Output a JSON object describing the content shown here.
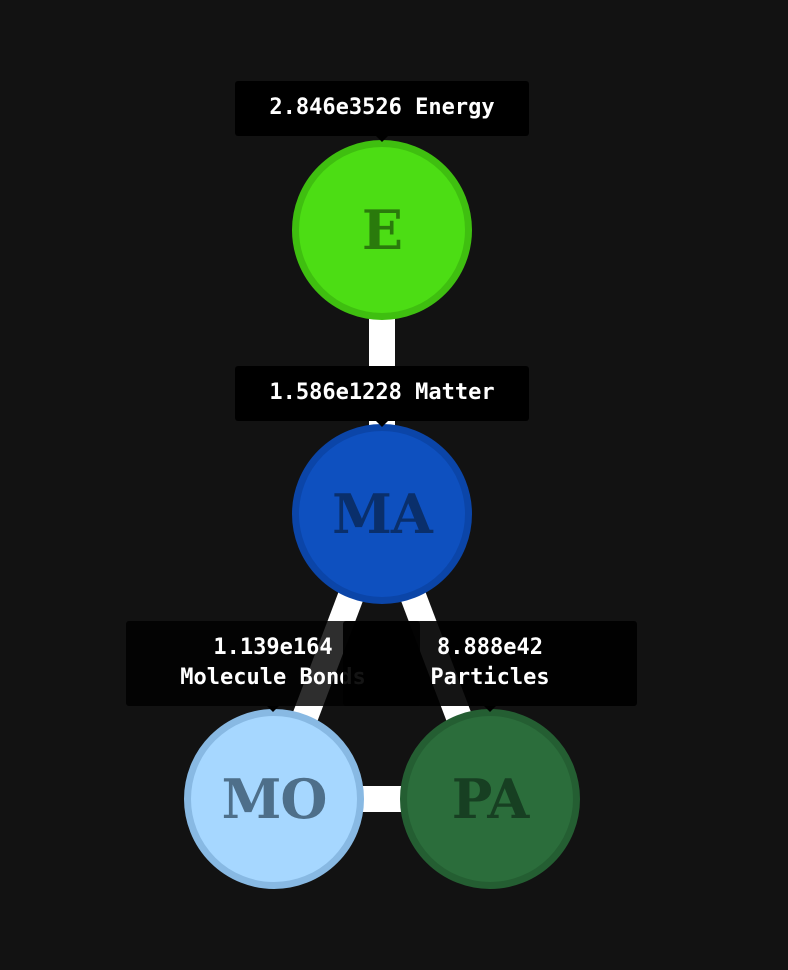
{
  "graph": {
    "nodes": [
      {
        "id": "e",
        "label": "E",
        "amount": "2.846e3526",
        "name": "Energy",
        "fill": "#4cdd14",
        "border": "#3fbf10",
        "text": "#2a7a0c"
      },
      {
        "id": "ma",
        "label": "MA",
        "amount": "1.586e1228",
        "name": "Matter",
        "fill": "#0e50bf",
        "border": "#0b45a8",
        "text": "#0a2f6b"
      },
      {
        "id": "mo",
        "label": "MO",
        "amount": "1.139e164",
        "name": "Molecule Bonds",
        "fill": "#a6d7ff",
        "border": "#88b9e3",
        "text": "#4e6f8a"
      },
      {
        "id": "pa",
        "label": "PA",
        "amount": "8.888e42",
        "name": "Particles",
        "fill": "#2b6d3b",
        "border": "#245e32",
        "text": "#173f22"
      }
    ],
    "links": [
      {
        "from": "e",
        "to": "ma"
      },
      {
        "from": "ma",
        "to": "mo"
      },
      {
        "from": "ma",
        "to": "pa"
      },
      {
        "from": "mo",
        "to": "pa"
      }
    ],
    "link_color": "#ffffff"
  }
}
